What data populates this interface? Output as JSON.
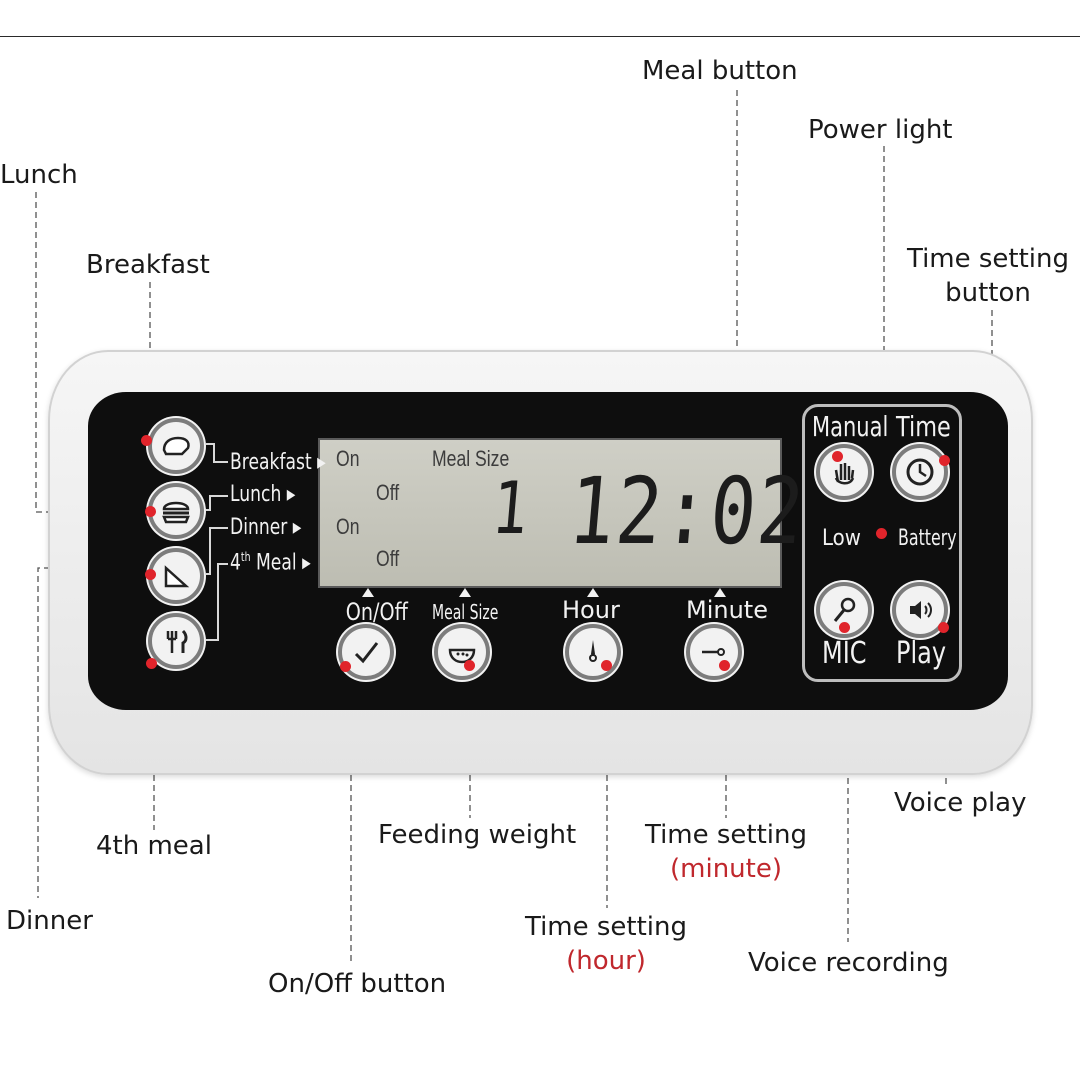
{
  "callouts": {
    "meal_button": "Meal button",
    "power_light": "Power light",
    "lunch": "Lunch",
    "breakfast": "Breakfast",
    "time_setting_button_1": "Time setting",
    "time_setting_button_2": "button",
    "voice_play": "Voice play",
    "fourth_meal": "4th meal",
    "feeding_weight": "Feeding weight",
    "time_setting_minute": "Time setting",
    "minute_sub": "(minute)",
    "dinner": "Dinner",
    "time_setting_hour": "Time setting",
    "hour_sub": "(hour)",
    "voice_recording": "Voice recording",
    "onoff_button": "On/Off button"
  },
  "device": {
    "meal_labels": {
      "breakfast": "Breakfast",
      "lunch": "Lunch",
      "dinner": "Dinner",
      "fourth_num": "4",
      "fourth_sup": "th",
      "fourth_meal": "Meal"
    },
    "lcd": {
      "on1": "On",
      "off1": "Off",
      "on2": "On",
      "off2": "Off",
      "meal_size_label": "Meal Size",
      "meal_size_value": "1",
      "clock": "12:02"
    },
    "bottom_buttons": {
      "onoff": "On/Off",
      "meal_size": "Meal Size",
      "hour": "Hour",
      "minute": "Minute"
    },
    "right_panel": {
      "manual": "Manual",
      "time": "Time",
      "low": "Low",
      "battery": "Battery",
      "mic": "MIC",
      "play": "Play"
    }
  },
  "colors": {
    "accent_red": "#c0282d",
    "indicator_dot": "#e0242b",
    "panel": "#0e0e0e",
    "lcd": "#c7c7bd"
  },
  "icons": {
    "breakfast_button": "toast-icon",
    "lunch_button": "burger-icon",
    "dinner_button": "sandwich-icon",
    "fourth_meal_button": "fork-knife-icon",
    "onoff_button": "checkmark-icon",
    "meal_size_button": "bowl-icon",
    "hour_button": "clock-hour-hand-icon",
    "minute_button": "clock-minute-hand-icon",
    "manual_button": "hand-icon",
    "time_button": "clock-icon",
    "mic_button": "microphone-icon",
    "play_button": "speaker-icon"
  }
}
